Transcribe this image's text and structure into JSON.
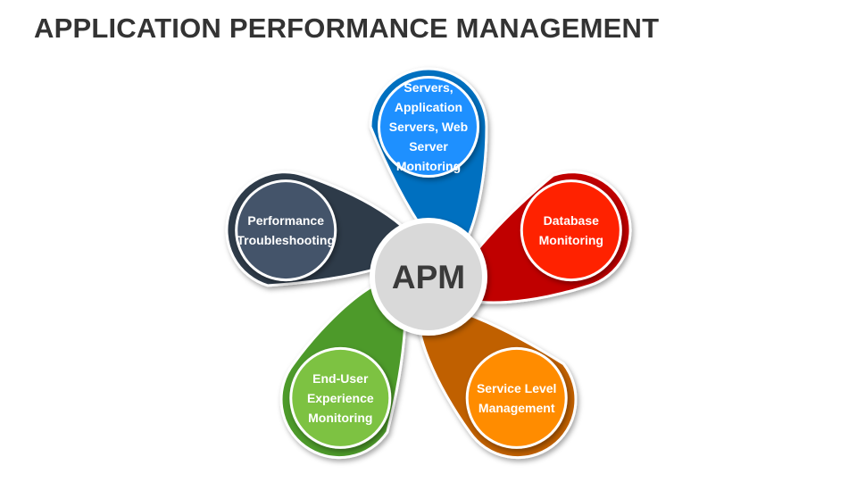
{
  "title": "APPLICATION PERFORMANCE MANAGEMENT",
  "center": {
    "label": "APM",
    "color": "#d9d9d9"
  },
  "petals": [
    {
      "id": "servers",
      "lines": [
        "Servers,",
        "Application",
        "Servers, Web",
        "Server",
        "Monitoring"
      ],
      "color": "#0070c0",
      "inner": "#1e90ff"
    },
    {
      "id": "database",
      "lines": [
        "Database",
        "Monitoring"
      ],
      "color": "#c00000",
      "inner": "#ff2200"
    },
    {
      "id": "service",
      "lines": [
        "Service Level",
        "Management"
      ],
      "color": "#c06000",
      "inner": "#ff8c00"
    },
    {
      "id": "enduser",
      "lines": [
        "End-User",
        "Experience",
        "Monitoring"
      ],
      "color": "#4e9a2a",
      "inner": "#7dc242"
    },
    {
      "id": "performance",
      "lines": [
        "Performance",
        "Troubleshooting"
      ],
      "color": "#2d3a4a",
      "inner": "#44546a"
    }
  ]
}
